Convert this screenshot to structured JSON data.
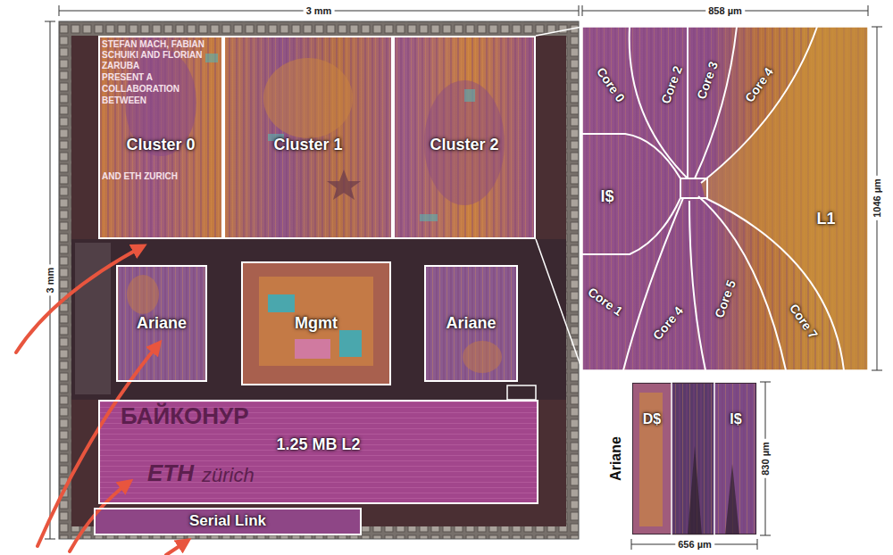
{
  "diagram": {
    "nodes": [
      {
        "text": [
          "Cluster 0"
        ]
      },
      {
        "text": [
          "Cluster 1"
        ]
      },
      {
        "text": [
          "Cluster 2"
        ]
      },
      {
        "text": [
          "Ariane"
        ]
      },
      {
        "text": [
          "Mgmt"
        ]
      },
      {
        "text": [
          "Ariane"
        ]
      },
      {
        "text": [
          "1.25 MB L2"
        ]
      },
      {
        "text": [
          "Serial Link"
        ]
      }
    ],
    "labels": [
      "3 mm",
      "3 mm",
      "858 µm",
      "1046 µm",
      "STEFAN MACH, FABIAN SCHUIKI AND FLORIAN ZARUBA",
      "PRESENT A",
      "COLLABORATION",
      "BETWEEN",
      "AND ETH ZURICH",
      "БАЙКОНУР",
      "ETH",
      "zürich",
      "Core 0",
      "Core 2",
      "Core 3",
      "Core 4",
      "I$",
      "L1",
      "Core 1",
      "Core 4",
      "Core 5",
      "Core 7",
      "Ariane",
      "D$",
      "I$",
      "830 µm",
      "656 µm"
    ]
  }
}
